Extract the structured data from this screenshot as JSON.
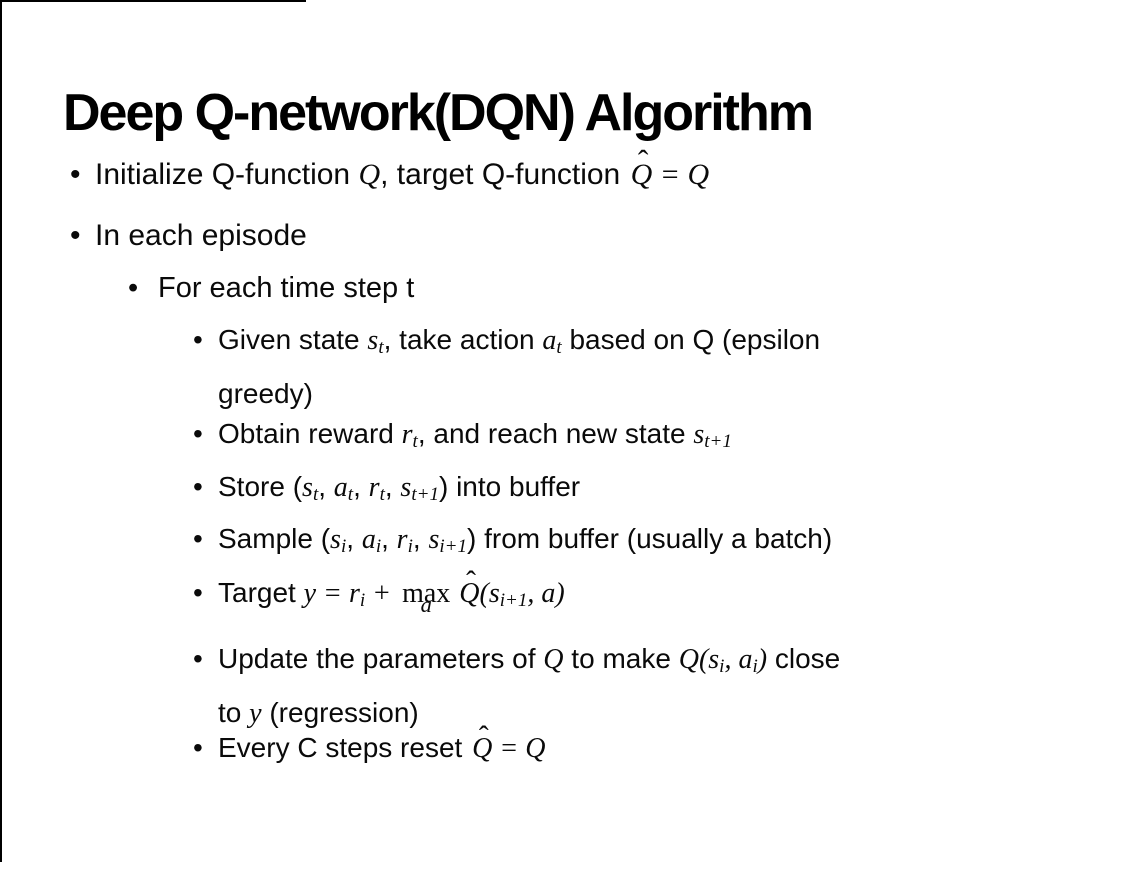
{
  "slide": {
    "title": "Deep Q-network(DQN) Algorithm",
    "bullet_marker": "•",
    "bullets": [
      {
        "level": 1,
        "segments": [
          {
            "k": "t",
            "v": "Initialize Q-function "
          },
          {
            "k": "m",
            "v": "Q"
          },
          {
            "k": "t",
            "v": ", target Q-function "
          },
          {
            "k": "hatQ",
            "v": "Q",
            "hat": "ˆ"
          },
          {
            "k": "m",
            "v": " = "
          },
          {
            "k": "m",
            "v": "Q"
          }
        ]
      },
      {
        "level": 1,
        "segments": [
          {
            "k": "t",
            "v": "In each episode"
          }
        ]
      },
      {
        "level": 2,
        "segments": [
          {
            "k": "t",
            "v": "For each time step t"
          }
        ]
      },
      {
        "level": 3,
        "segments": [
          {
            "k": "t",
            "v": "Given state "
          },
          {
            "k": "sub",
            "b": "s",
            "s": "t"
          },
          {
            "k": "t",
            "v": ", take action "
          },
          {
            "k": "sub",
            "b": "a",
            "s": "t"
          },
          {
            "k": "t",
            "v": " based on Q (epsilon"
          },
          {
            "k": "br"
          },
          {
            "k": "t",
            "v": "greedy)"
          }
        ]
      },
      {
        "level": 3,
        "segments": [
          {
            "k": "t",
            "v": "Obtain reward "
          },
          {
            "k": "sub",
            "b": "r",
            "s": "t"
          },
          {
            "k": "t",
            "v": ", and reach new state "
          },
          {
            "k": "sub",
            "b": "s",
            "s": "t+1"
          }
        ]
      },
      {
        "level": 3,
        "segments": [
          {
            "k": "t",
            "v": "Store ("
          },
          {
            "k": "sub",
            "b": "s",
            "s": "t"
          },
          {
            "k": "t",
            "v": ", "
          },
          {
            "k": "sub",
            "b": "a",
            "s": "t"
          },
          {
            "k": "t",
            "v": ", "
          },
          {
            "k": "sub",
            "b": "r",
            "s": "t"
          },
          {
            "k": "t",
            "v": ", "
          },
          {
            "k": "sub",
            "b": "s",
            "s": "t+1"
          },
          {
            "k": "t",
            "v": ") into buffer"
          }
        ]
      },
      {
        "level": 3,
        "segments": [
          {
            "k": "t",
            "v": "Sample ("
          },
          {
            "k": "sub",
            "b": "s",
            "s": "i"
          },
          {
            "k": "t",
            "v": ", "
          },
          {
            "k": "sub",
            "b": "a",
            "s": "i"
          },
          {
            "k": "t",
            "v": ", "
          },
          {
            "k": "sub",
            "b": "r",
            "s": "i"
          },
          {
            "k": "t",
            "v": ", "
          },
          {
            "k": "sub",
            "b": "s",
            "s": "i+1"
          },
          {
            "k": "t",
            "v": ") from buffer (usually a batch)"
          }
        ]
      },
      {
        "level": 3,
        "segments": [
          {
            "k": "t",
            "v": "Target "
          },
          {
            "k": "m",
            "v": "y"
          },
          {
            "k": "m",
            "v": " = "
          },
          {
            "k": "sub",
            "b": "r",
            "s": "i"
          },
          {
            "k": "m",
            "v": " + "
          },
          {
            "k": "max",
            "top": "max",
            "under": "a"
          },
          {
            "k": "hatQ",
            "v": "Q",
            "hat": "ˆ"
          },
          {
            "k": "m",
            "v": "("
          },
          {
            "k": "sub",
            "b": "s",
            "s": "i+1"
          },
          {
            "k": "m",
            "v": ", "
          },
          {
            "k": "m",
            "v": "a"
          },
          {
            "k": "m",
            "v": ")"
          }
        ]
      },
      {
        "level": 3,
        "segments": [
          {
            "k": "t",
            "v": "Update the parameters of "
          },
          {
            "k": "m",
            "v": "Q"
          },
          {
            "k": "t",
            "v": " to make "
          },
          {
            "k": "m",
            "v": "Q"
          },
          {
            "k": "m",
            "v": "("
          },
          {
            "k": "sub",
            "b": "s",
            "s": "i"
          },
          {
            "k": "m",
            "v": ", "
          },
          {
            "k": "sub",
            "b": "a",
            "s": "i"
          },
          {
            "k": "m",
            "v": ")"
          },
          {
            "k": "t",
            "v": " close"
          },
          {
            "k": "br"
          },
          {
            "k": "t",
            "v": "to "
          },
          {
            "k": "m",
            "v": "y"
          },
          {
            "k": "t",
            "v": " (regression)"
          }
        ]
      },
      {
        "level": 3,
        "segments": [
          {
            "k": "t",
            "v": "Every C steps reset "
          },
          {
            "k": "hatQ",
            "v": "Q",
            "hat": "ˆ"
          },
          {
            "k": "m",
            "v": " = "
          },
          {
            "k": "m",
            "v": "Q"
          }
        ]
      }
    ]
  },
  "colors": {
    "background": "#ffffff",
    "text": "#0a0a0a",
    "border": "#000000"
  }
}
